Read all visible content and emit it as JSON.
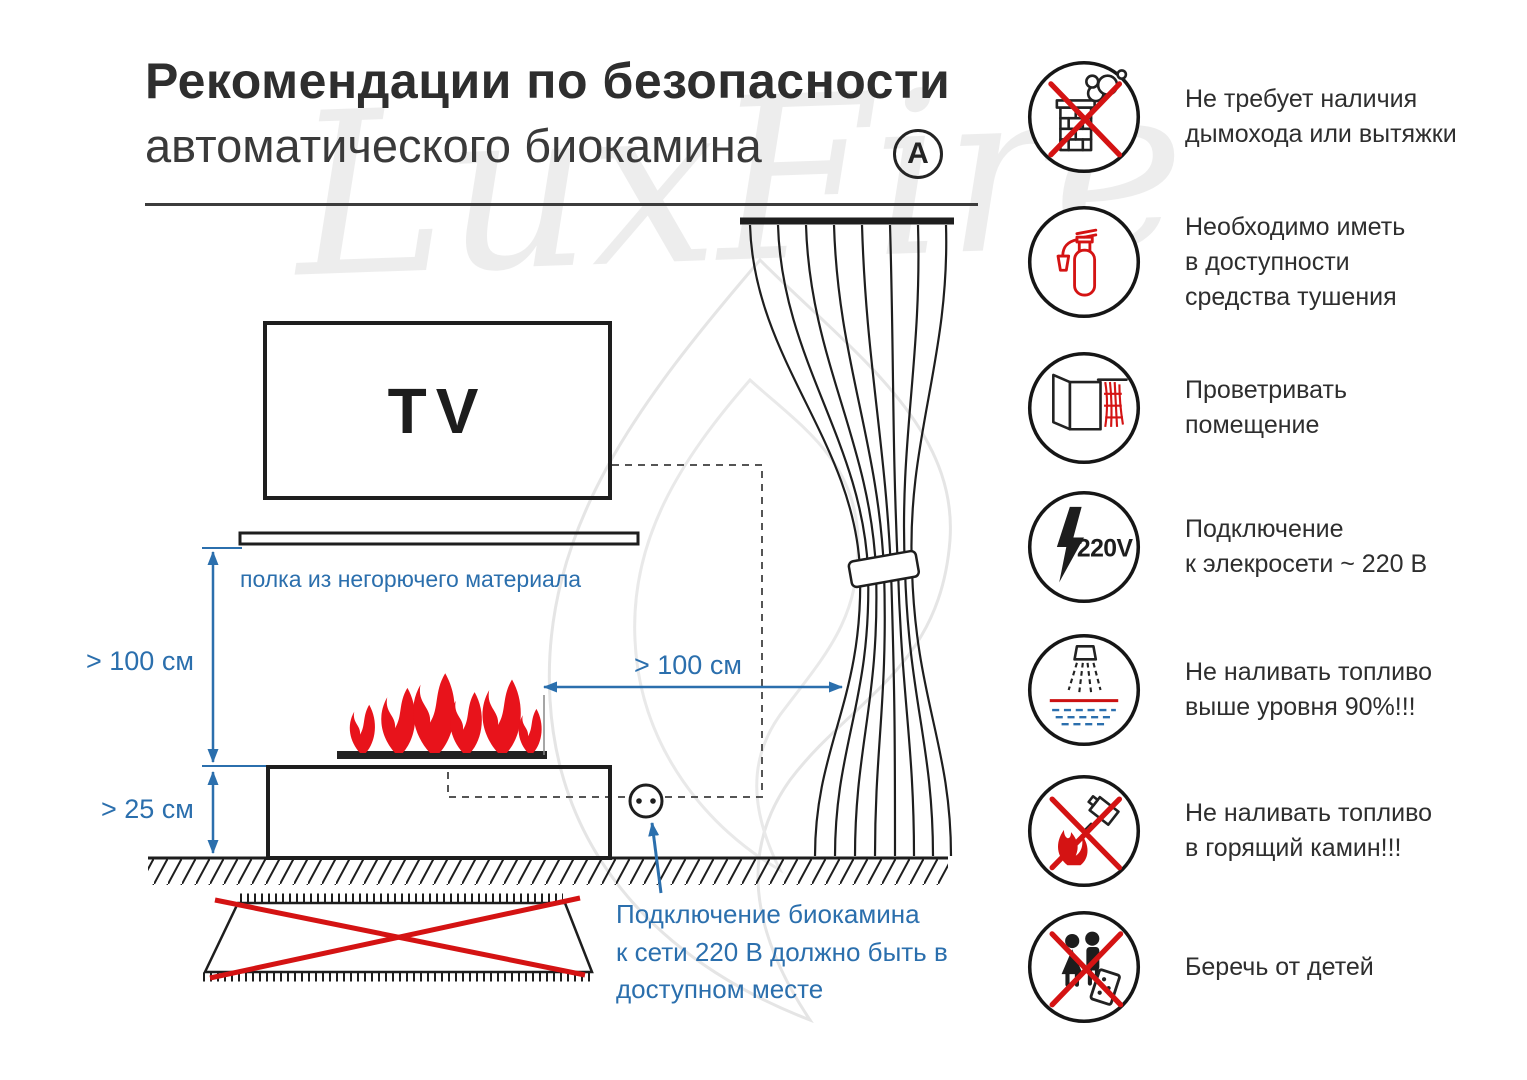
{
  "title": {
    "line1": "Рекомендации по безопасности",
    "line2": "автоматического биокамина",
    "badge": "A"
  },
  "watermark": "LuxFire",
  "diagram": {
    "tv": "TV",
    "shelf_label": "полка из негорючего материала",
    "dim_shelf_to_fireplace": "> 100 см",
    "dim_fireplace_to_floor": "> 25 см",
    "dim_fireplace_to_curtain": "> 100 см",
    "outlet_note": "Подключение биокамина\nк сети 220 В должно быть в\nдоступном месте"
  },
  "legend": {
    "items": [
      {
        "icon": "no-chimney-icon",
        "label": "Не требует наличия\nдымохода или вытяжки"
      },
      {
        "icon": "extinguisher-icon",
        "label": "Необходимо иметь\nв доступности\nсредства тушения"
      },
      {
        "icon": "ventilation-icon",
        "label": "Проветривать\nпомещение"
      },
      {
        "icon": "power-220v-icon",
        "label": "Подключение\nк элекросети ~ 220 В",
        "badge": "220V"
      },
      {
        "icon": "fuel-level-icon",
        "label": "Не наливать топливо\nвыше уровня 90%!!!"
      },
      {
        "icon": "no-refill-burning-icon",
        "label": "Не наливать топливо\nв горящий камин!!!"
      },
      {
        "icon": "keep-from-children-icon",
        "label": "Беречь от детей"
      }
    ]
  },
  "colors": {
    "accent_blue": "#2b6fad",
    "danger_red": "#d41313",
    "ink": "#222222",
    "watermark_gray": "#e5e5e5"
  }
}
